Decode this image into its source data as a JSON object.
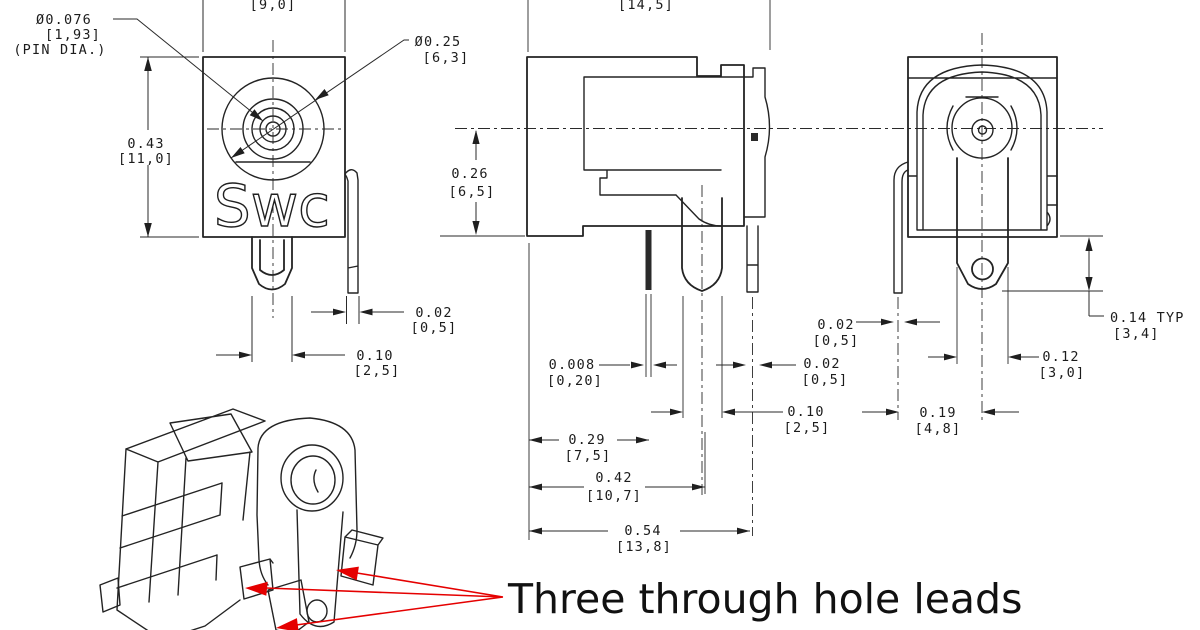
{
  "front_view": {
    "top_dim_mm": "[9,0]",
    "pin_dia_callout": {
      "dia": "Ø0.076",
      "mm": "[1,93]",
      "note": "(PIN DIA.)"
    },
    "barrel_dia_callout": {
      "dia": "Ø0.25",
      "mm": "[6,3]"
    },
    "height_dim": {
      "in": "0.43",
      "mm": "[11,0]"
    },
    "lead_thickness_dim": {
      "in": "0.02",
      "mm": "[0,5]"
    },
    "pin_width_dim": {
      "in": "0.10",
      "mm": "[2,5]"
    },
    "logo": "Swc"
  },
  "side_view": {
    "top_dim_mm": "[14,5]",
    "height_dim": {
      "in": "0.26",
      "mm": "[6,5]"
    },
    "lead1_thickness_dim": {
      "in": "0.008",
      "mm": "[0,20]"
    },
    "lead2_thickness_dim": {
      "in": "0.02",
      "mm": "[0,5]"
    },
    "pin_dia_dim": {
      "in": "0.10",
      "mm": "[2,5]"
    },
    "lead1_offset_dim": {
      "in": "0.29",
      "mm": "[7,5]"
    },
    "pin_offset_dim": {
      "in": "0.42",
      "mm": "[10,7]"
    },
    "lead2_offset_dim": {
      "in": "0.54",
      "mm": "[13,8]"
    }
  },
  "rear_view": {
    "lead_thickness_dim": {
      "in": "0.02",
      "mm": "[0,5]"
    },
    "tab_protrusion_dim": {
      "in": "0.14 TYP",
      "mm": "[3,4]"
    },
    "tab_width_dim": {
      "in": "0.12",
      "mm": "[3,0]"
    },
    "lead_spacing_dim": {
      "in": "0.19",
      "mm": "[4,8]"
    }
  },
  "annotation": {
    "label": "Three through hole leads"
  },
  "colors": {
    "line": "#232323",
    "red": "#e50000",
    "text": "#1c1c1c"
  }
}
